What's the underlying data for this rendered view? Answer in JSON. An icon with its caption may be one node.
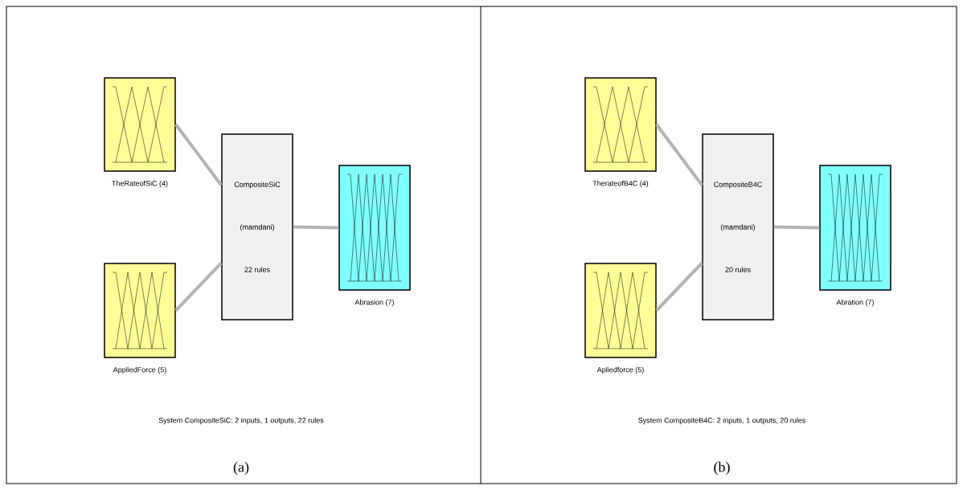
{
  "diagram": {
    "nodes": [
      {
        "text": [],
        "shape": "box",
        "beside": [
          "TheRateofSiC (4)"
        ]
      },
      {
        "text": [],
        "shape": "box",
        "beside": [
          "AppliedForce (5)"
        ]
      },
      {
        "text": [
          "CompositeSiC",
          "(mamdani)",
          "22 rules"
        ]
      },
      {
        "text": [],
        "shape": "box",
        "beside": [
          "Abrasion (7)"
        ]
      },
      {
        "text": [],
        "shape": "box",
        "beside": [
          "TherateofB4C (4)"
        ]
      },
      {
        "text": [],
        "shape": "box",
        "beside": [
          "Apliedforce (5)"
        ]
      },
      {
        "text": [
          "CompositeB4C",
          "(mamdani)",
          "20 rules"
        ]
      },
      {
        "text": [],
        "shape": "box",
        "beside": [
          "Abration (7)"
        ]
      }
    ],
    "edges": [
      {
        "from": 0,
        "to": 2,
        "arrow": "none"
      },
      {
        "from": 1,
        "to": 2,
        "arrow": "none"
      },
      {
        "from": 2,
        "to": 3,
        "arrow": "none"
      },
      {
        "from": 4,
        "to": 6,
        "arrow": "none"
      },
      {
        "from": 5,
        "to": 6,
        "arrow": "none"
      },
      {
        "from": 6,
        "to": 7,
        "arrow": "none"
      }
    ],
    "labels": [
      "System CompositeSiC: 2 inputs, 1 outputs, 22 rules",
      "(a)",
      "System CompositeB4C: 2 inputs, 1 outputs, 20 rules",
      "(b)"
    ]
  }
}
